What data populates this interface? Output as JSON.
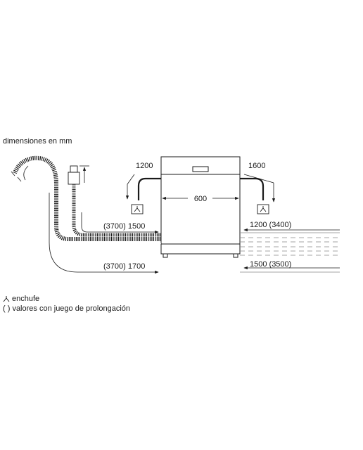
{
  "heading": "dimensiones en mm",
  "dims": {
    "width": "600",
    "left_upper": "1200",
    "right_upper": "1600",
    "left_mid": "(3700) 1500",
    "right_mid": "1200 (3400)",
    "left_low": "(3700) 1700",
    "right_low": "1500 (3500)"
  },
  "legend": {
    "plug_icon": "plug-icon",
    "plug_text": "enchufe",
    "ext_text": "( ) valores con juego de prolongación"
  },
  "colors": {
    "line": "#1a1a1a",
    "grey": "#888888"
  }
}
